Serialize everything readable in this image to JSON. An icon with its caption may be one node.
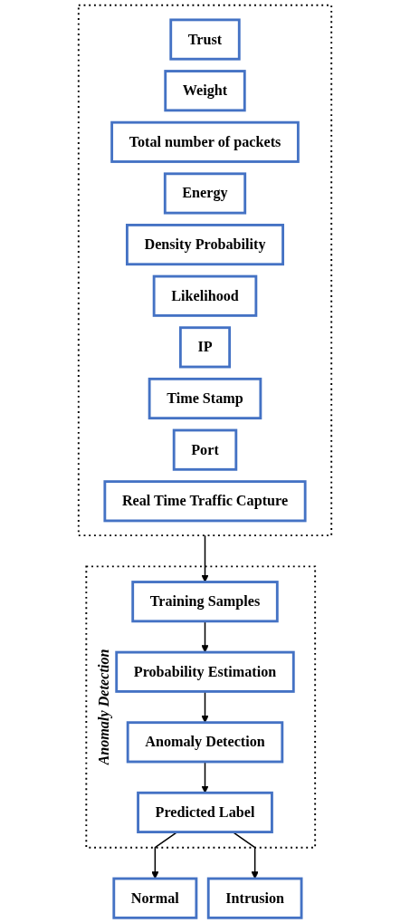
{
  "diagram": {
    "nodes": [
      {
        "text": [],
        "shape": "box"
      },
      {
        "text": [
          "Trust"
        ],
        "in": 0
      },
      {
        "text": [
          "Weight"
        ],
        "in": 0
      },
      {
        "text": [
          "Total number of packets"
        ],
        "in": 0
      },
      {
        "text": [
          "Energy"
        ],
        "in": 0
      },
      {
        "text": [
          "Density Probability"
        ],
        "in": 0
      },
      {
        "text": [
          "Likelihood"
        ],
        "in": 0
      },
      {
        "text": [
          "IP"
        ],
        "in": 0
      },
      {
        "text": [
          "Time Stamp"
        ],
        "in": 0
      },
      {
        "text": [
          "Port"
        ],
        "in": 0
      },
      {
        "text": [
          "Real Time Traffic Capture"
        ],
        "in": 0
      },
      {
        "text": [
          "Anomaly Detection"
        ]
      },
      {
        "text": [
          "Training Samples"
        ],
        "in": 11
      },
      {
        "text": [
          "Probability Estimation"
        ],
        "in": 11
      },
      {
        "text": [
          "Anomaly Detection"
        ],
        "in": 11
      },
      {
        "text": [
          "Predicted Label"
        ],
        "in": 11
      },
      {
        "text": [
          "Normal"
        ]
      },
      {
        "text": [
          "Intrusion"
        ]
      }
    ],
    "edges": [
      {
        "from": 0,
        "to": 12,
        "arrow": "to"
      },
      {
        "from": 12,
        "to": 13,
        "arrow": "to"
      },
      {
        "from": 13,
        "to": 14,
        "arrow": "to"
      },
      {
        "from": 14,
        "to": 15,
        "arrow": "to"
      },
      {
        "from": 15,
        "to": 16,
        "arrow": "to"
      },
      {
        "from": 15,
        "to": 17,
        "arrow": "to"
      }
    ]
  }
}
